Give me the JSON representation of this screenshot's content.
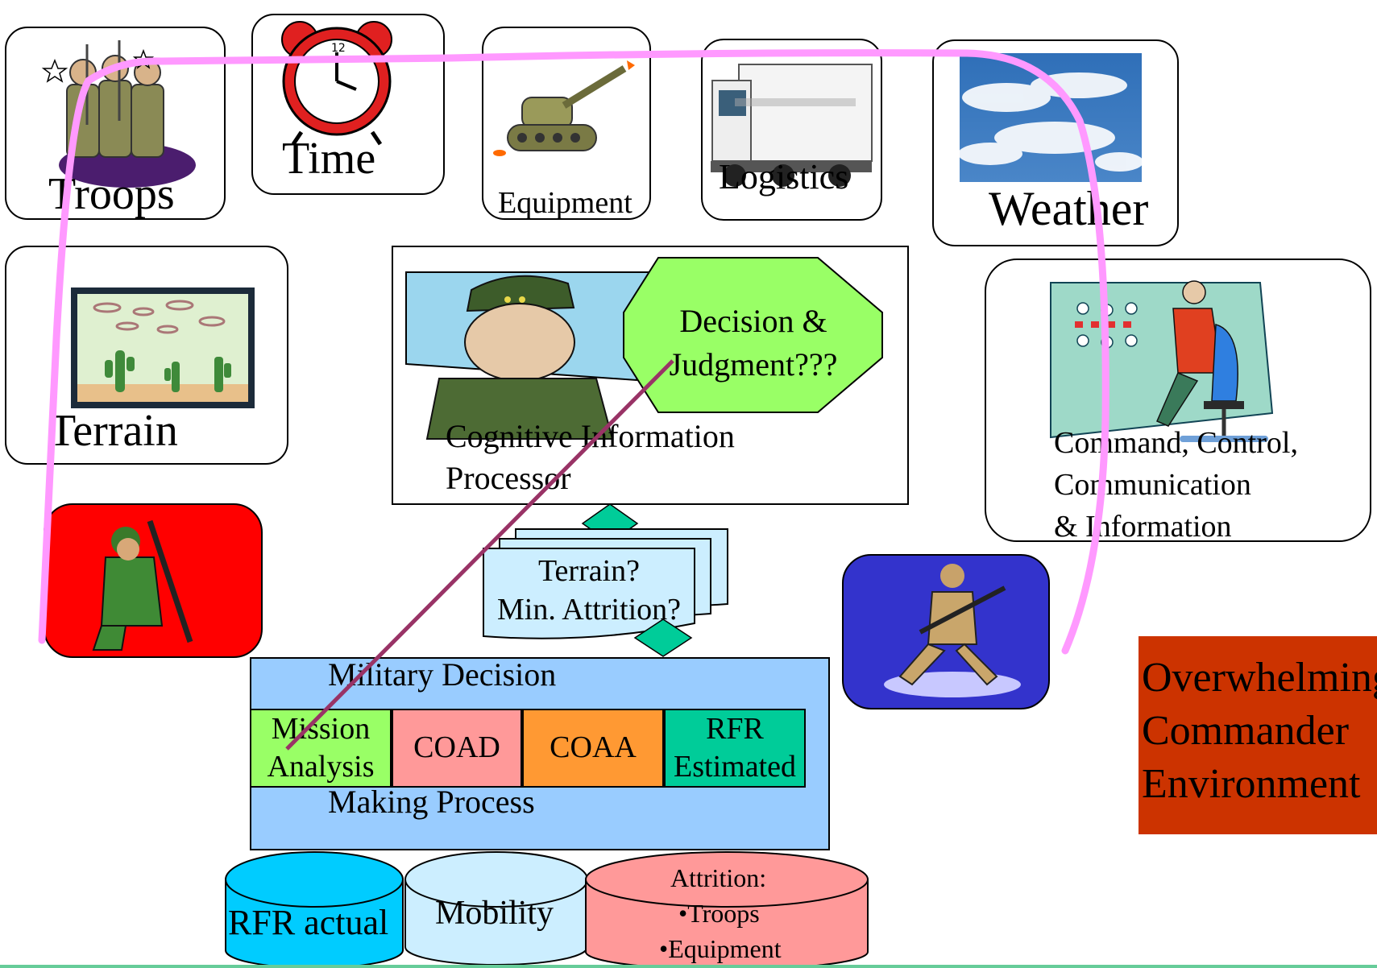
{
  "factors": {
    "troops": "Troops",
    "time": "Time",
    "equipment": "Equipment",
    "logistics": "Logistics",
    "weather": "Weather",
    "terrain": "Terrain"
  },
  "processor": {
    "decision": "Decision & Judgment???",
    "caption": "Cognitive Information Processor"
  },
  "c3i": {
    "line1": "Command, Control,",
    "line2": "Communication",
    "line3": "& Information"
  },
  "questions": {
    "line1": "Terrain?",
    "line2": "Min. Attrition?"
  },
  "mdmp": {
    "top": "Military Decision",
    "bottom": "Making Process",
    "steps": [
      "Mission Analysis",
      "COAD",
      "COAA",
      "RFR Estimated"
    ]
  },
  "databases": {
    "rfr": "RFR actual",
    "mobility": "Mobility",
    "attrition_title": "Attrition:",
    "attrition_items": [
      "•Troops",
      "•Equipment"
    ]
  },
  "callout": {
    "line1": "Overwhelming",
    "line2": "Commander",
    "line3": "Environment"
  },
  "colors": {
    "decision_fill": "#99ff66",
    "diamond_fill": "#00cc99",
    "mdmp_fill": "#99ccff",
    "mission_analysis": "#99ff66",
    "coad": "#ff9999",
    "coaa": "#ff9933",
    "rfr_estimated": "#00cc99",
    "rfr_db": "#00ccff",
    "mobility_db": "#cceeff",
    "attrition_db": "#ff9999",
    "callout_fill": "#cc3300",
    "route_line": "#ff99ff",
    "link_line": "#993366"
  }
}
